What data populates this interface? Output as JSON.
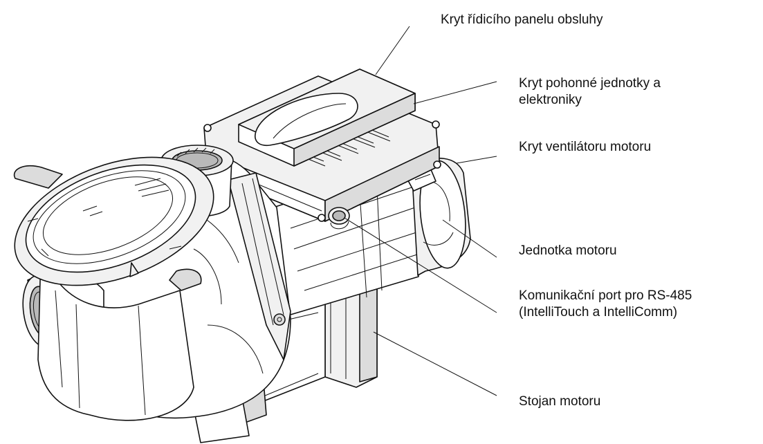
{
  "labels": {
    "control_panel_cover": "Kryt řídicího panelu obsluhy",
    "drive_cover_line1": "Kryt pohonné jednotky a",
    "drive_cover_line2": "elektroniky",
    "motor_fan_cover": "Kryt ventilátoru motoru",
    "motor_unit": "Jednotka motoru",
    "comm_port_line1": "Komunikační port pro RS-485",
    "comm_port_line2": "(IntelliTouch a IntelliComm)",
    "motor_stand": "Stojan motoru"
  },
  "colors": {
    "line": "#111111",
    "text": "#111111",
    "background": "#ffffff"
  }
}
